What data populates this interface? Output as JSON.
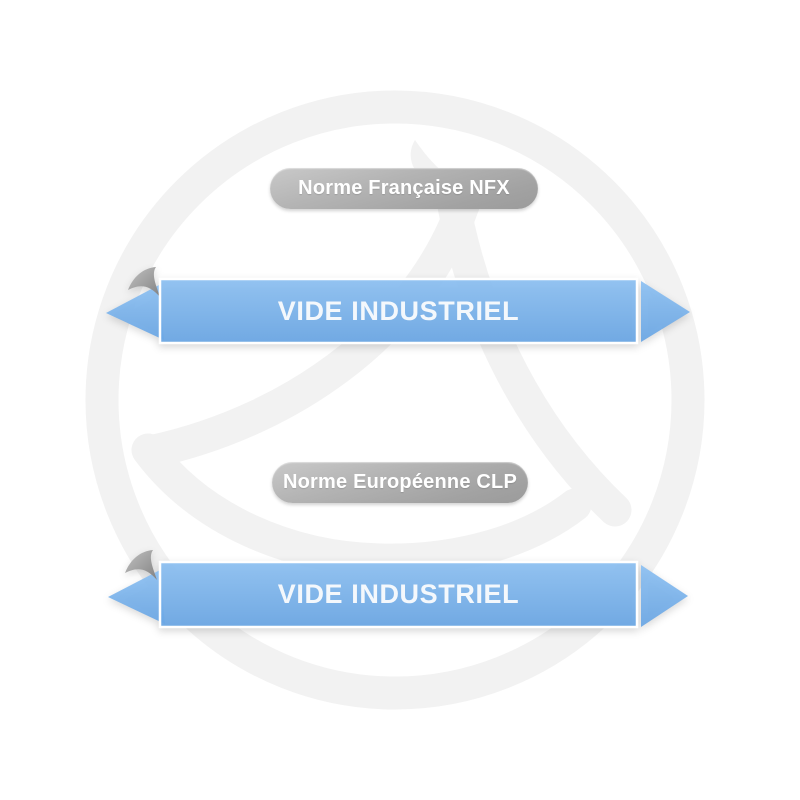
{
  "badges": [
    {
      "label": "Norme Française NFX"
    },
    {
      "label": "Norme Européenne CLP"
    }
  ],
  "markers": [
    {
      "label": "VIDE INDUSTRIEL"
    },
    {
      "label": "VIDE INDUSTRIEL"
    }
  ],
  "colors": {
    "marker_blue": "#74afe8",
    "marker_blue_light": "#8cc0f2",
    "marker_border": "#ffffff",
    "marker_text": "#f4f8fc",
    "badge_gray": "#a9a9a9",
    "badge_text": "#ffffff",
    "peel_gray": "#8f8f8f",
    "watermark_gray": "#f2f2f2",
    "background": "#ffffff"
  }
}
